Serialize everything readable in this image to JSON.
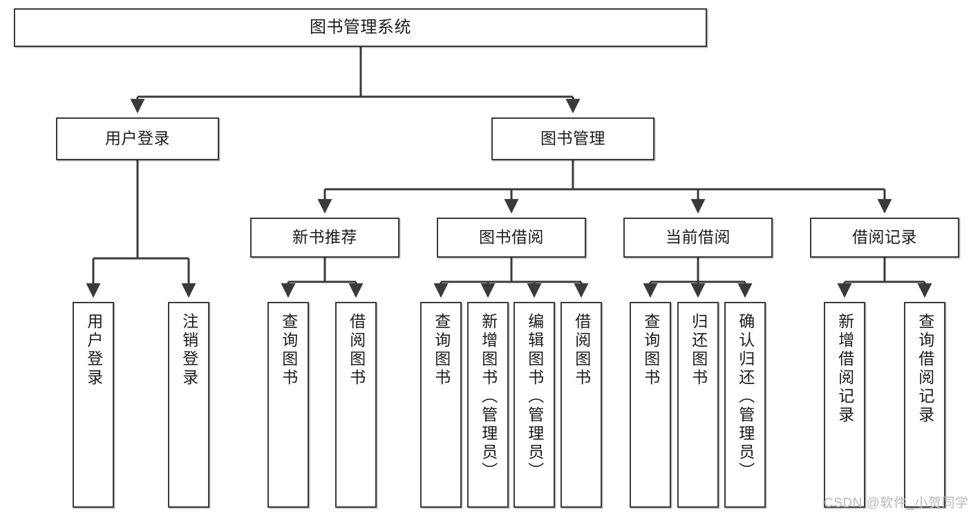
{
  "diagram": {
    "type": "tree",
    "title": "图书管理系统",
    "watermark": "CSDN @软件_小贺同学",
    "style": {
      "box_border_color": "#3a3a3a",
      "box_fill": "#ffffff",
      "connector_color": "#3a3a3a",
      "text_color": "#1b1b1b",
      "watermark_color": "#b8b8b8",
      "background": "#ffffff"
    },
    "nodes": {
      "root": {
        "label": "图书管理系统",
        "level": 1
      },
      "l2": [
        {
          "id": "user-login",
          "label": "用户登录",
          "level": 2
        },
        {
          "id": "book-manage",
          "label": "图书管理",
          "level": 2
        }
      ],
      "l3": [
        {
          "id": "new-book-rec",
          "label": "新书推荐",
          "level": 3,
          "parent": "book-manage"
        },
        {
          "id": "book-borrow",
          "label": "图书借阅",
          "level": 3,
          "parent": "book-manage"
        },
        {
          "id": "current-borrow",
          "label": "当前借阅",
          "level": 3,
          "parent": "book-manage"
        },
        {
          "id": "borrow-record",
          "label": "借阅记录",
          "level": 3,
          "parent": "book-manage"
        }
      ],
      "leaves": [
        {
          "id": "leaf-user-login",
          "label": "用户登录",
          "parent": "user-login"
        },
        {
          "id": "leaf-logout",
          "label": "注销登录",
          "parent": "user-login"
        },
        {
          "id": "leaf-query-book-1",
          "label": "查询图书",
          "parent": "new-book-rec"
        },
        {
          "id": "leaf-borrow-book-1",
          "label": "借阅图书",
          "parent": "new-book-rec"
        },
        {
          "id": "leaf-query-book-2",
          "label": "查询图书",
          "parent": "book-borrow"
        },
        {
          "id": "leaf-add-book",
          "label": "新增图书（管理员）",
          "parent": "book-borrow"
        },
        {
          "id": "leaf-edit-book",
          "label": "编辑图书（管理员）",
          "parent": "book-borrow"
        },
        {
          "id": "leaf-borrow-book-2",
          "label": "借阅图书",
          "parent": "book-borrow"
        },
        {
          "id": "leaf-query-book-3",
          "label": "查询图书",
          "parent": "current-borrow"
        },
        {
          "id": "leaf-return-book",
          "label": "归还图书",
          "parent": "current-borrow"
        },
        {
          "id": "leaf-confirm-return",
          "label": "确认归还（管理员）",
          "parent": "current-borrow"
        },
        {
          "id": "leaf-add-record",
          "label": "新增借阅记录",
          "parent": "borrow-record"
        },
        {
          "id": "leaf-query-record",
          "label": "查询借阅记录",
          "parent": "borrow-record"
        }
      ]
    }
  }
}
